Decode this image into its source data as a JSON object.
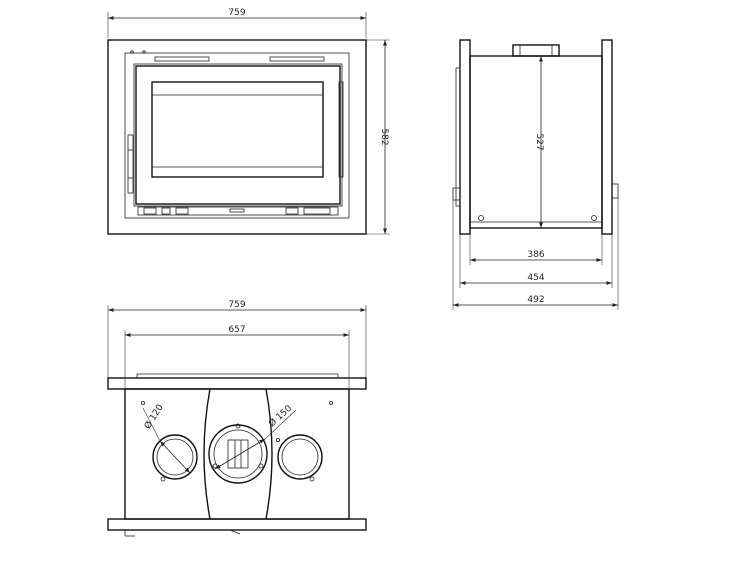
{
  "front_view": {
    "width_label": "759",
    "height_label": "582"
  },
  "side_view": {
    "height_label": "527",
    "depth_inner_label": "386",
    "depth_body_label": "454",
    "depth_total_label": "492"
  },
  "top_view": {
    "width_total_label": "759",
    "width_inner_label": "657",
    "outlet_left_label": "Ø 120",
    "outlet_center_label": "Ø 150"
  }
}
